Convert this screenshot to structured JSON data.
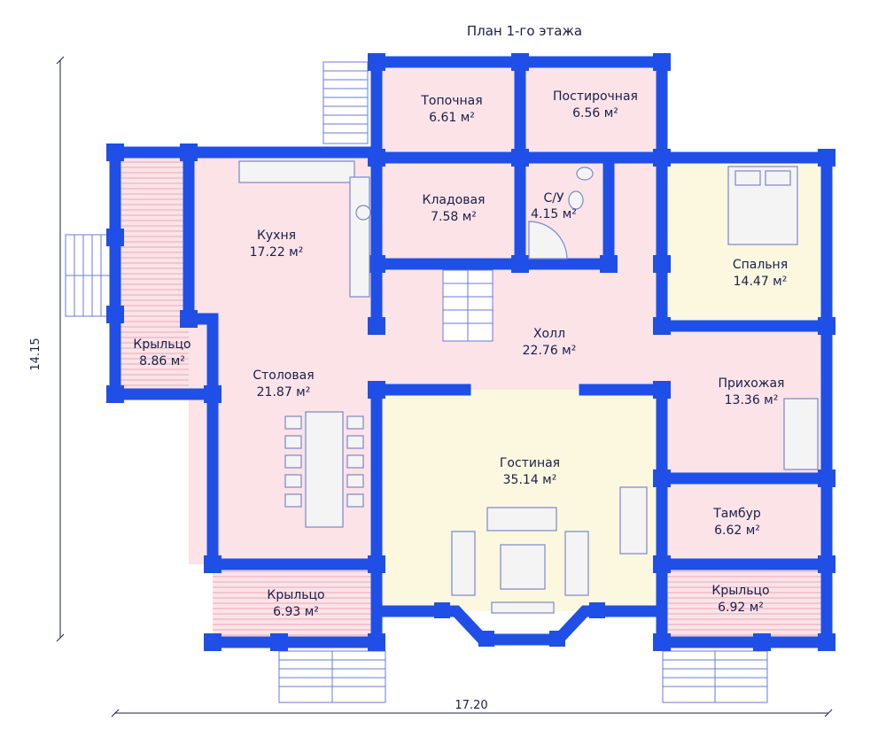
{
  "title": "План 1-го этажа",
  "dimensions": {
    "width": "17.20",
    "height": "14.15"
  },
  "rooms": [
    {
      "id": "topochnaya",
      "name": "Топочная",
      "area": "6.61 м²"
    },
    {
      "id": "postirochnaya",
      "name": "Постирочная",
      "area": "6.56 м²"
    },
    {
      "id": "kladovaya",
      "name": "Кладовая",
      "area": "7.58 м²"
    },
    {
      "id": "su",
      "name": "С/У",
      "area": "4.15 м²"
    },
    {
      "id": "kuhnya",
      "name": "Кухня",
      "area": "17.22 м²"
    },
    {
      "id": "spalnya",
      "name": "Спальня",
      "area": "14.47 м²"
    },
    {
      "id": "krylco-west",
      "name": "Крыльцо",
      "area": "8.86 м²"
    },
    {
      "id": "holl",
      "name": "Холл",
      "area": "22.76 м²"
    },
    {
      "id": "stolovaya",
      "name": "Столовая",
      "area": "21.87 м²"
    },
    {
      "id": "prihozhaya",
      "name": "Прихожая",
      "area": "13.36 м²"
    },
    {
      "id": "gostinaya",
      "name": "Гостиная",
      "area": "35.14 м²"
    },
    {
      "id": "tambur",
      "name": "Тамбур",
      "area": "6.62 м²"
    },
    {
      "id": "krylco-south-left",
      "name": "Крыльцо",
      "area": "6.93 м²"
    },
    {
      "id": "krylco-south-right",
      "name": "Крыльцо",
      "area": "6.92 м²"
    }
  ],
  "colors": {
    "wall": "#1f4fe6",
    "room_pink": "#fbe3e8",
    "room_cream": "#fbf8df",
    "porch_stripe": "#e9a8b4"
  }
}
